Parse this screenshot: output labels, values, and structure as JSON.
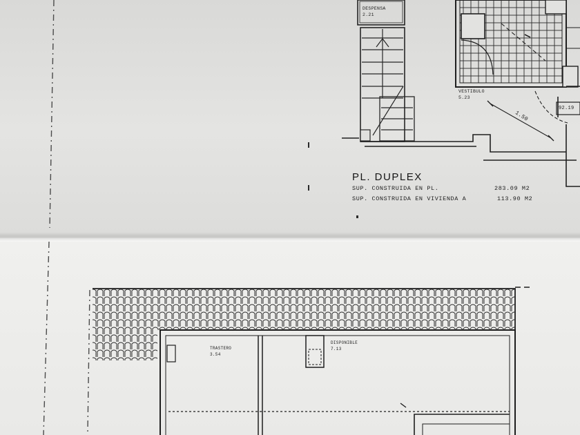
{
  "plan": {
    "title": "PL. DUPLEX",
    "rows": [
      {
        "label": "SUP. CONSTRUIDA EN PL.",
        "value": "283.09 M2"
      },
      {
        "label": "SUP. CONSTRUIDA EN VIVIENDA A",
        "value": "113.90 M2"
      }
    ],
    "rooms_upper": [
      {
        "name": "DESPENSA",
        "area": "2.21"
      },
      {
        "name": "VESTIBULO",
        "area": "5.23"
      }
    ],
    "dimension": "1.50",
    "area_tag": "92.19",
    "rooms_lower": [
      {
        "name": "TRASTERO",
        "area": "3.54"
      },
      {
        "name": "DISPONIBLE",
        "area": "7.13"
      }
    ]
  }
}
